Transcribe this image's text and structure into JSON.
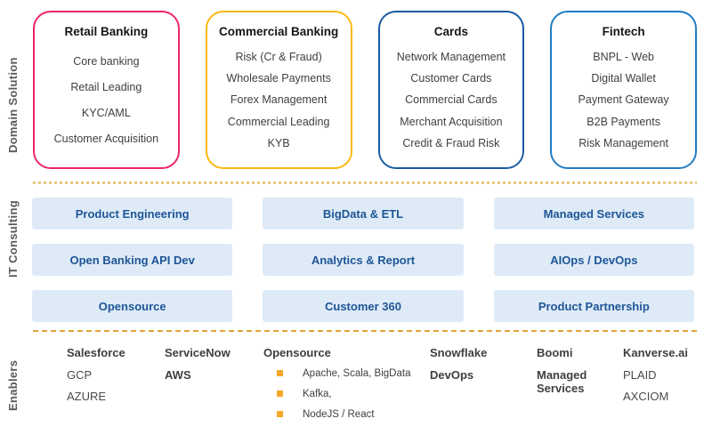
{
  "side_labels": {
    "domain": "Domain Solution",
    "consulting": "IT Consulting",
    "enablers": "Enablers"
  },
  "colors": {
    "retail_banking_border": "#ee2663",
    "commercial_banking_border": "#fdb813",
    "cards_border": "#1a5ca3",
    "fintech_border": "#1f7dc6",
    "button_bg": "#deebf7",
    "button_text": "#1f5597",
    "dotted_separator": "#e8c87e",
    "dashed_separator": "#e2a23e",
    "bullet_square": "#f5a728"
  },
  "domain_boxes": [
    {
      "title": "Retail Banking",
      "color": "#ee2663",
      "items": [
        "Core banking",
        "Retail Leading",
        "KYC/AML",
        "Customer Acquisition"
      ]
    },
    {
      "title": "Commercial Banking",
      "color": "#fdb813",
      "items": [
        "Risk (Cr & Fraud)",
        "Wholesale Payments",
        "Forex Management",
        "Commercial Leading",
        "KYB"
      ]
    },
    {
      "title": "Cards",
      "color": "#1a5ca3",
      "items": [
        "Network Management",
        "Customer Cards",
        "Commercial Cards",
        "Merchant Acquisition",
        "Credit & Fraud Risk"
      ]
    },
    {
      "title": "Fintech",
      "color": "#1f7dc6",
      "items": [
        "BNPL - Web",
        "Digital Wallet",
        "Payment Gateway",
        "B2B Payments",
        "Risk Management"
      ]
    }
  ],
  "consulting_buttons": [
    [
      "Product Engineering",
      "BigData & ETL",
      "Managed Services"
    ],
    [
      "Open Banking API Dev",
      "Analytics & Report",
      "AIOps / DevOps"
    ],
    [
      "Opensource",
      "Customer 360",
      "Product Partnership"
    ]
  ],
  "enablers": {
    "columns": [
      {
        "items": [
          "Salesforce",
          "GCP",
          "AZURE"
        ]
      },
      {
        "items": [
          "ServiceNow",
          "AWS"
        ]
      },
      {
        "header": "Opensource",
        "bullets": [
          "Apache, Scala, BigData",
          "Kafka,",
          "NodeJS / React"
        ]
      },
      {
        "items": [
          "Snowflake",
          "DevOps"
        ]
      },
      {
        "items": [
          "Boomi",
          "Managed Services"
        ]
      },
      {
        "items": [
          "Kanverse.ai",
          "PLAID",
          "AXCIOM"
        ]
      }
    ]
  }
}
